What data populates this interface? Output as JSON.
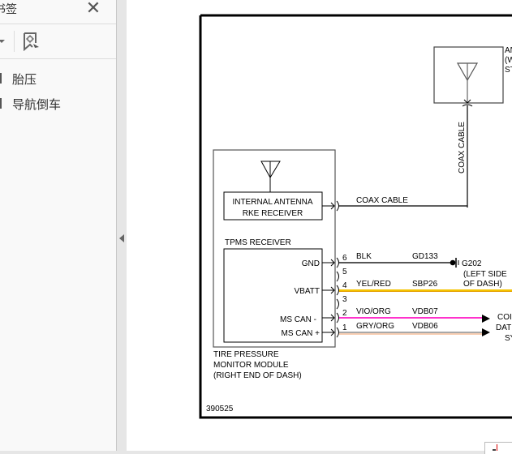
{
  "sidebar": {
    "title": "书签",
    "close_label": "✕",
    "toolbar": {
      "options_icon": "chevron-down-icon",
      "find_bookmark_icon": "bookmark-search-icon"
    },
    "items": [
      {
        "label": "胎压",
        "icon": "bookmark-icon"
      },
      {
        "label": "导航倒车",
        "icon": "bookmark-icon"
      }
    ],
    "collapse_icon": "triangle-left-icon"
  },
  "diagram": {
    "figure_id": "390525",
    "module": {
      "name_lines": [
        "TIRE PRESSURE",
        "MONITOR MODULE",
        "(RIGHT END OF DASH)"
      ],
      "antenna_box_lines": [
        "INTERNAL ANTENNA",
        "RKE RECEIVER"
      ],
      "tpms_receiver_label": "TPMS RECEIVER",
      "pin_labels": [
        "GND",
        "VBATT",
        "MS CAN -",
        "MS CAN +"
      ]
    },
    "remote_antenna": {
      "label_lines": [
        "AN",
        "(W",
        "ST"
      ]
    },
    "coax": {
      "horizontal_label": "COAX CABLE",
      "vertical_label": "COAX CABLE"
    },
    "pins": [
      {
        "pin": "6",
        "wire_color": "BLK",
        "circuit": "GD133",
        "hex": "#555555"
      },
      {
        "pin": "5",
        "wire_color": "",
        "circuit": "",
        "hex": ""
      },
      {
        "pin": "4",
        "wire_color": "YEL/RED",
        "circuit": "SBP26",
        "hex": "#f5c400"
      },
      {
        "pin": "3",
        "wire_color": "",
        "circuit": "",
        "hex": ""
      },
      {
        "pin": "2",
        "wire_color": "VIO/ORG",
        "circuit": "VDB07",
        "hex": "#ff33cc"
      },
      {
        "pin": "1",
        "wire_color": "GRY/ORG",
        "circuit": "VDB06",
        "hex": "#a8a8a8"
      }
    ],
    "ground": {
      "label": "G202",
      "location_lines": [
        "(LEFT SIDE",
        "OF DASH)"
      ]
    },
    "data_bus_label_lines": [
      "COI",
      "DAT",
      "SY"
    ]
  }
}
